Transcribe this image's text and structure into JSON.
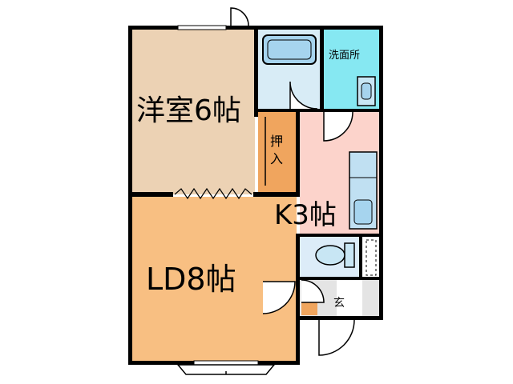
{
  "rooms": {
    "western": {
      "label": "洋室6帖",
      "color": "#ecd2b4"
    },
    "ld": {
      "label": "LD8帖",
      "color": "#f8bf82"
    },
    "kitchen": {
      "label": "K3帖",
      "color": "#fcd3cb"
    },
    "closet": {
      "label_top": "押",
      "label_bottom": "入",
      "color": "#f0a55e"
    },
    "washroom": {
      "label": "洗面所",
      "color": "#86e8f2"
    },
    "bath": {
      "color": "#d8ecf6"
    },
    "toilet": {
      "color": "#dcecf8"
    },
    "entrance": {
      "label": "玄",
      "color": "#e4e4e4"
    }
  },
  "colors": {
    "wall": "#000000",
    "fixture": "#a6d4ee",
    "floor_white": "#ffffff",
    "shoe_box": "#f0a55e"
  }
}
